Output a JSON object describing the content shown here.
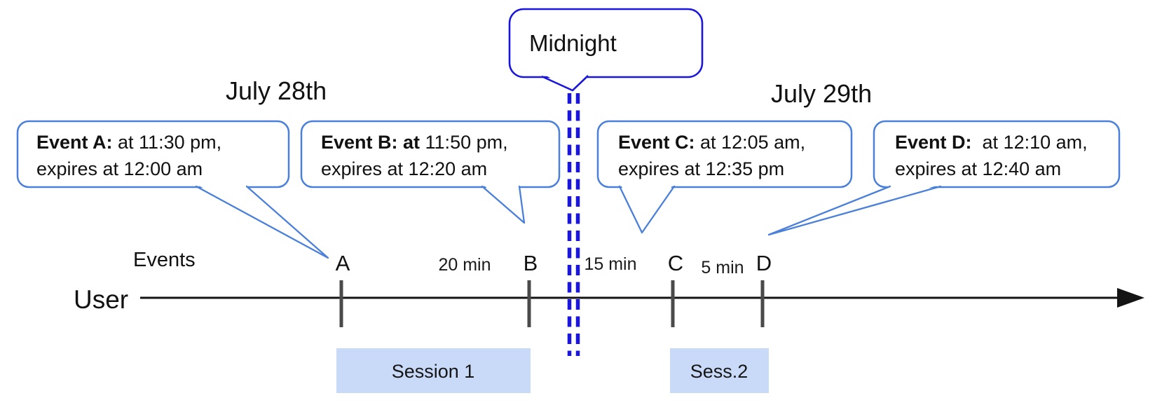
{
  "dates": {
    "left": "July 28th",
    "right": "July 29th"
  },
  "midnight": {
    "label": "Midnight"
  },
  "axis": {
    "events_label": "Events",
    "user_label": "User"
  },
  "events": [
    {
      "letter": "A",
      "bold": "Event A:",
      "rest": " at 11:30 pm,",
      "line2": "expires at 12:00 am"
    },
    {
      "letter": "B",
      "bold": "Event B: at",
      "rest": " 11:50 pm,",
      "line2": "expires at 12:20 am"
    },
    {
      "letter": "C",
      "bold": "Event C:",
      "rest": " at 12:05 am,",
      "line2": "expires at 12:35 pm"
    },
    {
      "letter": "D",
      "bold": "Event D:",
      "rest": "  at 12:10 am,",
      "line2": "expires at 12:40 am"
    }
  ],
  "gaps": [
    {
      "label": "20 min"
    },
    {
      "label": "15 min"
    },
    {
      "label": "5 min"
    }
  ],
  "sessions": [
    {
      "label": "Session 1"
    },
    {
      "label": "Sess.2"
    }
  ],
  "colors": {
    "callout_border": "#4a80d9",
    "midnight_blue": "#1a16dc",
    "session_fill": "#c9daf8",
    "tick_gray": "#4a4a4a",
    "axis_black": "#141414",
    "text_black": "#111111"
  }
}
